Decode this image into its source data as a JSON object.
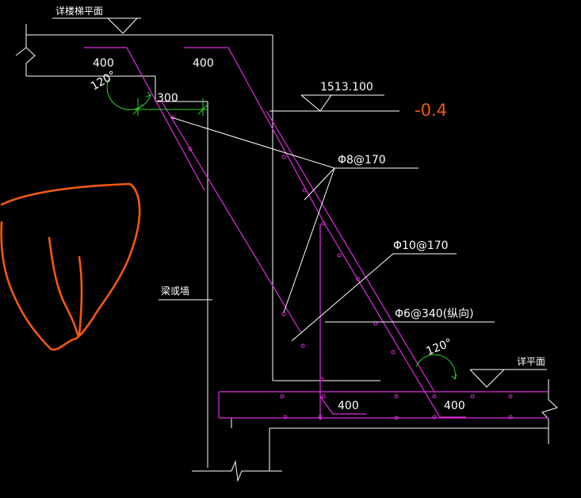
{
  "labels": {
    "landing_elevation": "详楼梯平面",
    "floor_elevation": "详平面",
    "slab_thickness_top_left": "400",
    "slab_thickness_top_right": "400",
    "angle_top": "120°",
    "angle_bottom": "120°",
    "dimension_300": "300",
    "elevation_value": "1513.100",
    "markup_note": "-0.4",
    "rebar_1": "Φ8@170",
    "rebar_2": "Φ10@170",
    "rebar_3": "Φ6@340(纵向)",
    "beam_or_wall": "梁或墙",
    "slab_thickness_bottom_left": "400",
    "slab_thickness_bottom_right": "400"
  },
  "colors": {
    "background": "#000000",
    "line": "#ffffff",
    "rebar": "#e02ee0",
    "dimension": "#2bd92b",
    "markup": "#f25a0c"
  }
}
